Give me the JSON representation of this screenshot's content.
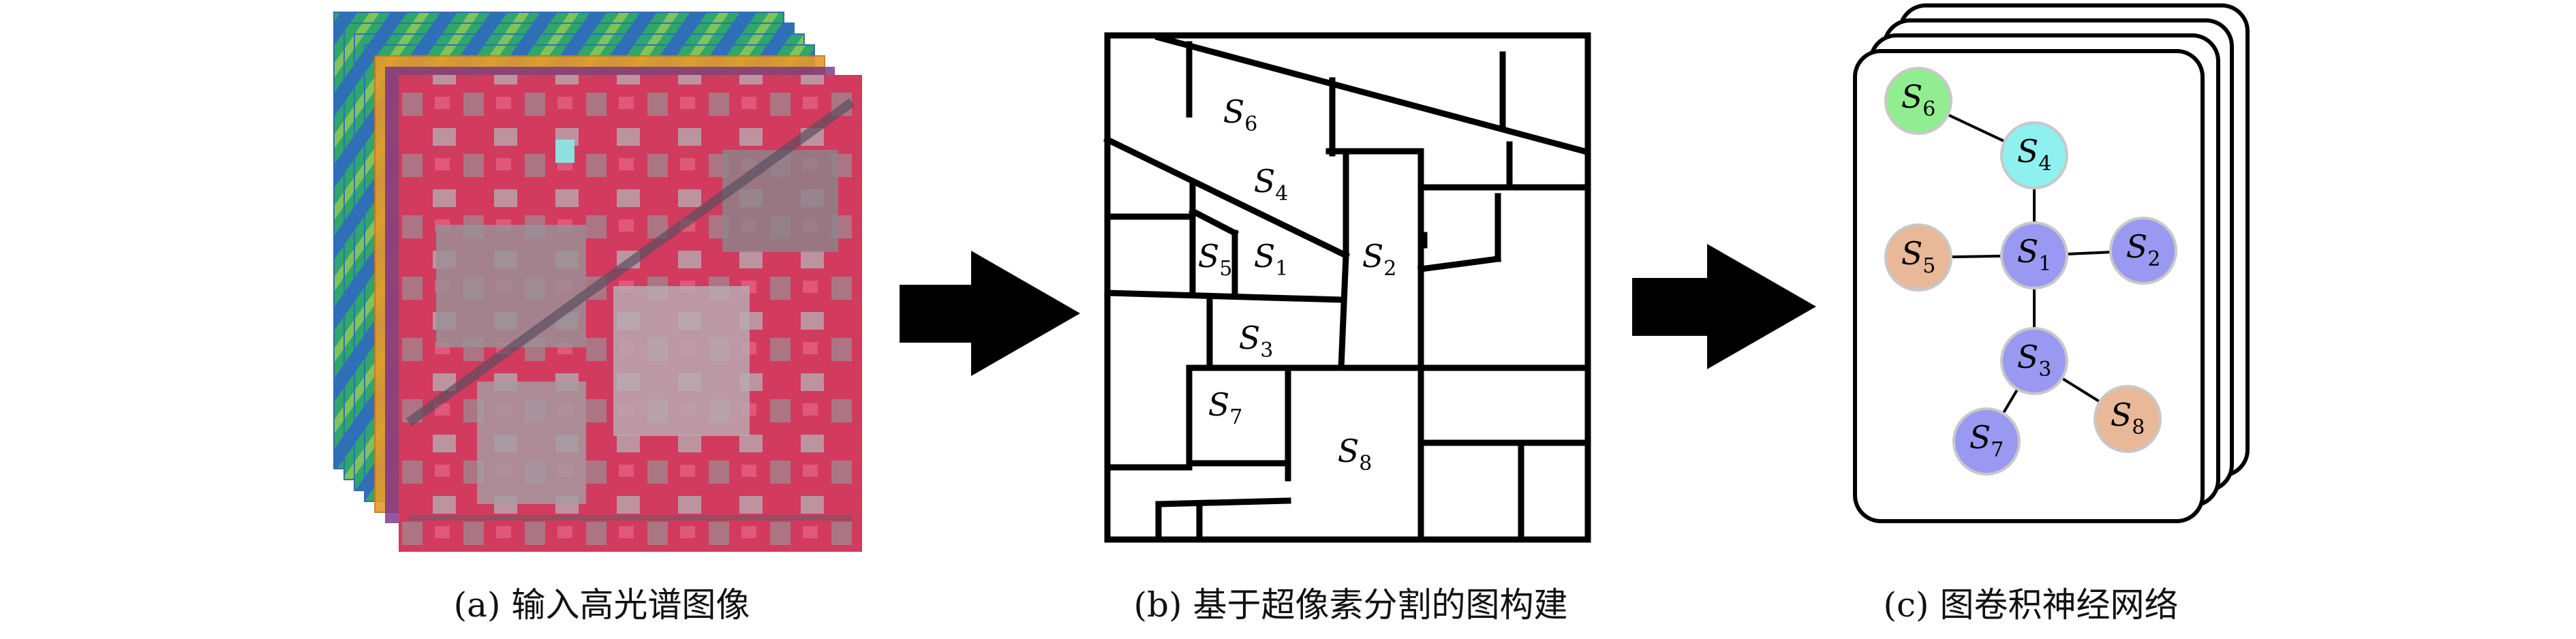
{
  "captions": {
    "a": "(a) 输入高光谱图像",
    "b": "(b) 基于超像素分割的图构建",
    "c": "(c) 图卷积神经网络"
  },
  "superpixels": [
    {
      "base": "S",
      "sub": "6"
    },
    {
      "base": "S",
      "sub": "4"
    },
    {
      "base": "S",
      "sub": "5"
    },
    {
      "base": "S",
      "sub": "1"
    },
    {
      "base": "S",
      "sub": "2"
    },
    {
      "base": "S",
      "sub": "3"
    },
    {
      "base": "S",
      "sub": "7"
    },
    {
      "base": "S",
      "sub": "8"
    }
  ],
  "graph": {
    "nodes": [
      {
        "id": "S6",
        "base": "S",
        "sub": "6",
        "color": "#90ee90"
      },
      {
        "id": "S4",
        "base": "S",
        "sub": "4",
        "color": "#8ff0f0"
      },
      {
        "id": "S5",
        "base": "S",
        "sub": "5",
        "color": "#e8b899"
      },
      {
        "id": "S1",
        "base": "S",
        "sub": "1",
        "color": "#9999f2"
      },
      {
        "id": "S2",
        "base": "S",
        "sub": "2",
        "color": "#9999f2"
      },
      {
        "id": "S3",
        "base": "S",
        "sub": "3",
        "color": "#9999f2"
      },
      {
        "id": "S8",
        "base": "S",
        "sub": "8",
        "color": "#e8b899"
      },
      {
        "id": "S7",
        "base": "S",
        "sub": "7",
        "color": "#9999f2"
      }
    ],
    "edges": [
      [
        "S6",
        "S4"
      ],
      [
        "S4",
        "S1"
      ],
      [
        "S5",
        "S1"
      ],
      [
        "S1",
        "S2"
      ],
      [
        "S1",
        "S3"
      ],
      [
        "S3",
        "S8"
      ],
      [
        "S3",
        "S7"
      ]
    ]
  },
  "colors": {
    "hsi_red": "#d23a5e",
    "hsi_gray": "#9b8f95",
    "hsi_band_green": "#2fa66a",
    "hsi_band_blue": "#2f6fb8",
    "hsi_band_orange": "#e59a2b",
    "arrow": "#000000"
  }
}
